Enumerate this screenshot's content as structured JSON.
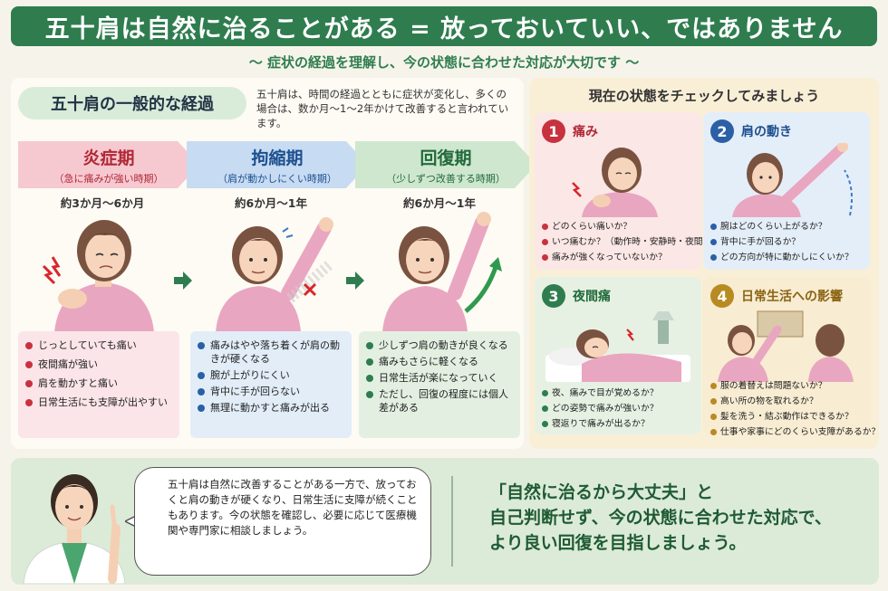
{
  "header": {
    "title": "五十肩は自然に治ることがある = 放っておいていい、ではありません",
    "subtitle": "〜 症状の経過を理解し、今の状態に合わせた対応が大切です 〜"
  },
  "course": {
    "heading": "五十肩の一般的な経過",
    "intro": "五十肩は、時間の経過とともに症状が変化し、多くの場合は、数か月〜1〜2年かけて改善すると言われています。",
    "phases": [
      {
        "name": "炎症期",
        "sub": "（急に痛みが強い時期）",
        "duration": "約3か月〜6か月",
        "bullets": [
          "じっとしていても痛い",
          "夜間痛が強い",
          "肩を動かすと痛い",
          "日常生活にも支障が出やすい"
        ]
      },
      {
        "name": "拘縮期",
        "sub": "（肩が動かしにくい時期）",
        "duration": "約6か月〜1年",
        "bullets": [
          "痛みはやや落ち着くが肩の動きが硬くなる",
          "腕が上がりにくい",
          "背中に手が回らない",
          "無理に動かすと痛みが出る"
        ]
      },
      {
        "name": "回復期",
        "sub": "（少しずつ改善する時期）",
        "duration": "約6か月〜1年",
        "bullets": [
          "少しずつ肩の動きが良くなる",
          "痛みもさらに軽くなる",
          "日常生活が楽になっていく",
          "ただし、回復の程度には個人差がある"
        ]
      }
    ]
  },
  "check": {
    "title": "現在の状態をチェックしてみましょう",
    "cards": [
      {
        "num": "1",
        "title": "痛み",
        "items": [
          "どのくらい痛いか？",
          "いつ痛むか？（動作時・安静時・夜間）",
          "痛みが強くなっていないか？"
        ]
      },
      {
        "num": "2",
        "title": "肩の動き",
        "items": [
          "腕はどのくらい上がるか？",
          "背中に手が回るか？",
          "どの方向が特に動かしにくいか？"
        ]
      },
      {
        "num": "3",
        "title": "夜間痛",
        "items": [
          "夜、痛みで目が覚めるか？",
          "どの姿勢で痛みが強いか？",
          "寝返りで痛みが出るか？"
        ]
      },
      {
        "num": "4",
        "title": "日常生活への影響",
        "items": [
          "服の着替えは問題ないか？",
          "高い所の物を取れるか？",
          "髪を洗う・結ぶ動作はできるか？",
          "仕事や家事にどのくらい支障があるか？"
        ]
      }
    ]
  },
  "advice": {
    "bubble": "五十肩は自然に改善することがある一方で、放っておくと肩の動きが硬くなり、日常生活に支障が続くこともあります。今の状態を確認し、必要に応じて医療機関や専門家に相談しましょう。",
    "message": [
      "「自然に治るから大丈夫」と",
      "自己判断せず、今の状態に合わせた対応で、",
      "より良い回復を目指しましょう。"
    ]
  }
}
